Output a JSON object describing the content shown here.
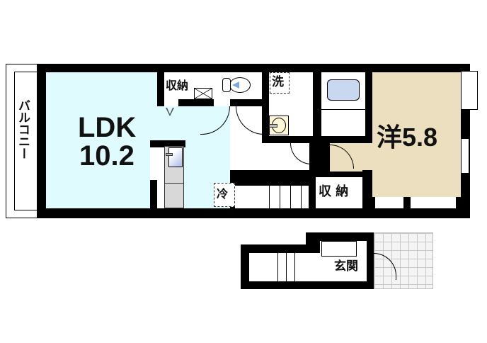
{
  "floor_plan": {
    "rooms": {
      "ldk": {
        "label": "LDK",
        "size": "10.2",
        "color": "#dffbfd"
      },
      "western": {
        "label": "洋5.8",
        "color": "#ecdfbf"
      },
      "balcony": {
        "label": "バルコニー"
      },
      "storage_top": {
        "label": "収納"
      },
      "storage_bottom": {
        "label": "収 納"
      },
      "washroom": {
        "label": "洗"
      },
      "fridge": {
        "label": "冷"
      },
      "entrance": {
        "label": "玄関"
      }
    },
    "colors": {
      "wall": "#000000",
      "kitchen_counter": "#d8d8d8",
      "bathtub": "#c8d8f0",
      "sink_basin": "#fff8d8",
      "entry_tiles": "#f0f0f0",
      "tile_lines": "#c8c8c8"
    }
  }
}
